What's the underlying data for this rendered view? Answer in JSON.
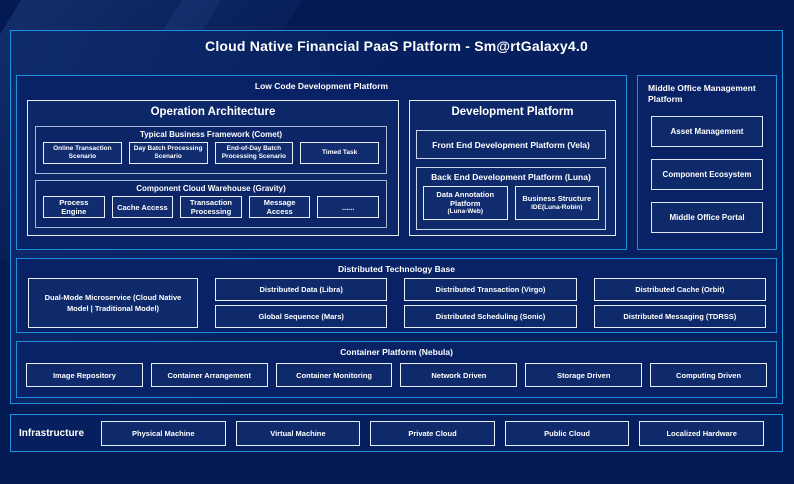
{
  "title": "Cloud Native Financial PaaS Platform - Sm@rtGalaxy4.0",
  "colors": {
    "background": "#041A52",
    "panel_fill": "#06205F",
    "accent_border": "#1E94E0",
    "box_border": "#E6EDF8",
    "text": "#FFFFFF"
  },
  "low_code": {
    "label": "Low Code Development Platform",
    "operation": {
      "title": "Operation Architecture",
      "typical": {
        "label": "Typical Business Framework (Comet)",
        "items": [
          "Online Transaction Scenario",
          "Day Batch Processing Scenario",
          "End-of-Day Batch Processing Scenario",
          "Timed Task"
        ]
      },
      "warehouse": {
        "label": "Component Cloud Warehouse (Gravity)",
        "items": [
          "Process Engine",
          "Cache Access",
          "Transaction Processing",
          "Message Access",
          "......"
        ]
      }
    },
    "development": {
      "title": "Development Platform",
      "front_end_label": "Front End Development Platform (Vela)",
      "back_end": {
        "label": "Back End Development Platform (Luna)",
        "items": [
          {
            "main": "Data Annotation Platform",
            "sub": "(Luna-Web)"
          },
          {
            "main": "Business Structure",
            "sub": "IDE(Luna-Robin)"
          }
        ]
      }
    }
  },
  "middle_office": {
    "label": "Middle Office Management Platform",
    "items": [
      "Asset Management",
      "Component Ecosystem",
      "Middle Office Portal"
    ]
  },
  "distributed": {
    "label": "Distributed Technology Base",
    "dual_mode_label": "Dual-Mode Microservice (Cloud Native Model | Traditional Model)",
    "items": [
      "Distributed Data (Libra)",
      "Distributed Transaction (Virgo)",
      "Distributed Cache (Orbit)",
      "Global Sequence (Mars)",
      "Distributed Scheduling (Sonic)",
      "Distributed Messaging (TDRSS)"
    ]
  },
  "container": {
    "label": "Container Platform (Nebula)",
    "items": [
      "Image Repository",
      "Container Arrangement",
      "Container Monitoring",
      "Network Driven",
      "Storage Driven",
      "Computing Driven"
    ]
  },
  "infrastructure": {
    "label": "Infrastructure",
    "items": [
      "Physical Machine",
      "Virtual Machine",
      "Private Cloud",
      "Public Cloud",
      "Localized Hardware"
    ]
  }
}
